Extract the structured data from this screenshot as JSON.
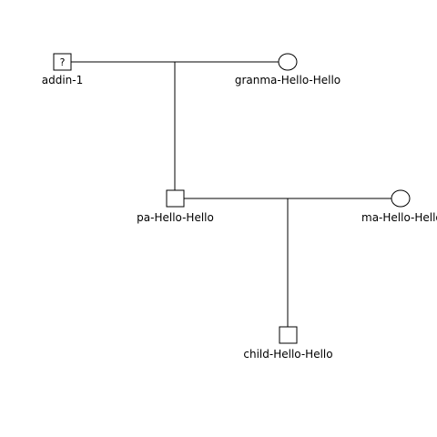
{
  "pedigree": {
    "individuals": [
      {
        "id": "addin",
        "label": "addin-1",
        "sex": "unknown-square",
        "mark": "?"
      },
      {
        "id": "granma",
        "label": "granma-Hello-Hello",
        "sex": "female"
      },
      {
        "id": "pa",
        "label": "pa-Hello-Hello",
        "sex": "male"
      },
      {
        "id": "ma",
        "label": "ma-Hello-Hello",
        "sex": "female"
      },
      {
        "id": "child",
        "label": "child-Hello-Hello",
        "sex": "male"
      }
    ],
    "unions": [
      {
        "partners": [
          "addin",
          "granma"
        ],
        "children": [
          "pa"
        ]
      },
      {
        "partners": [
          "pa",
          "ma"
        ],
        "children": [
          "child"
        ]
      }
    ]
  }
}
